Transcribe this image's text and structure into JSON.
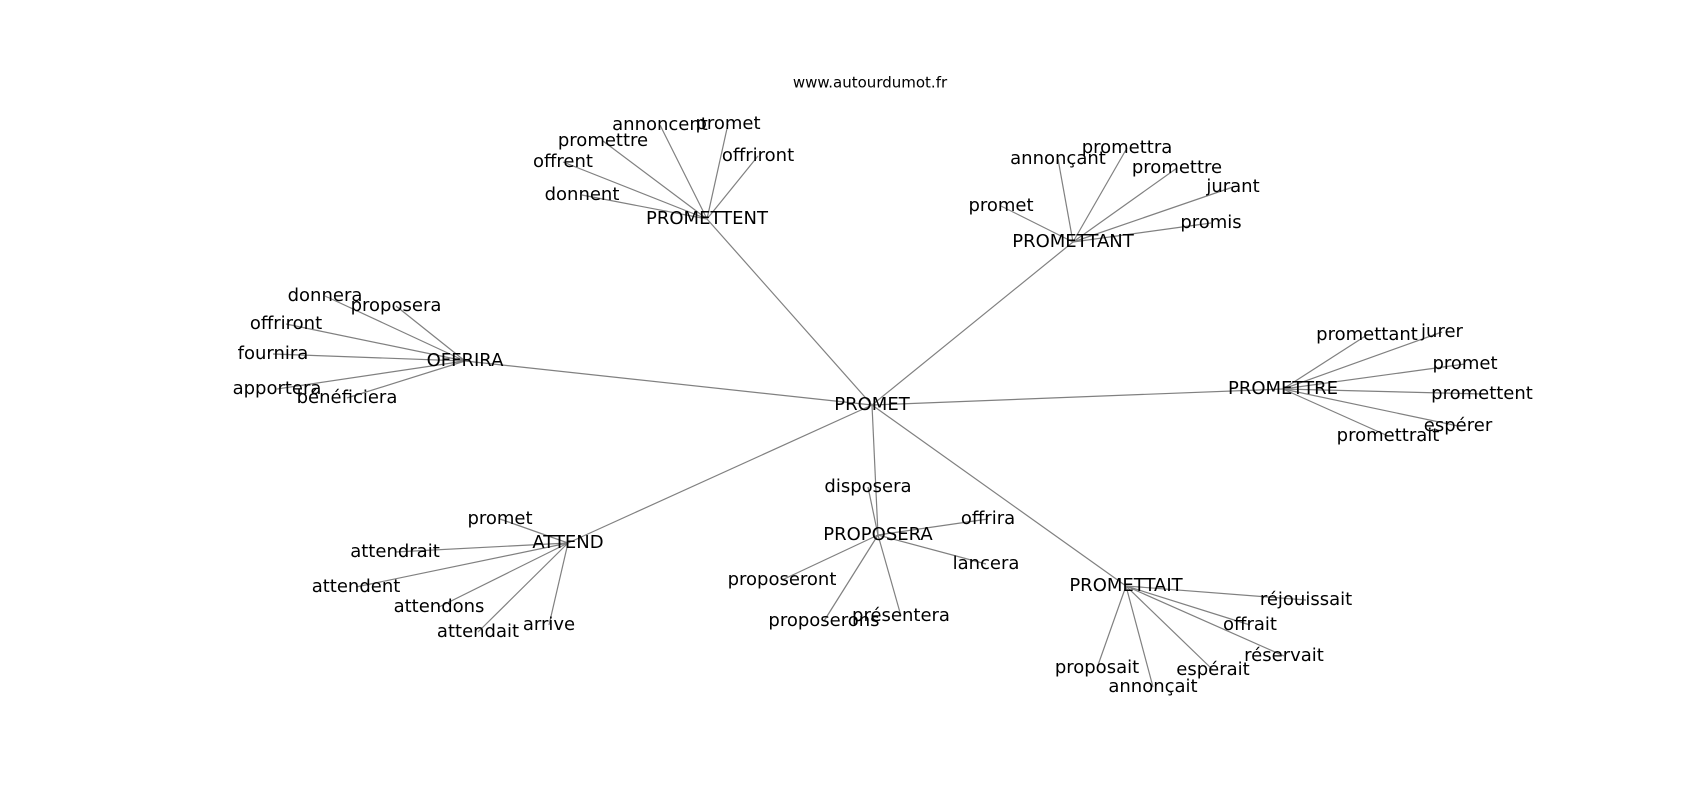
{
  "site": "www.autourdumot.fr",
  "center": "PROMET",
  "edge_color": "#808080",
  "text_color": "#000000",
  "clusters": [
    {
      "hub": "PROMETTENT",
      "leaves": [
        "annoncent",
        "promet",
        "promettre",
        "offriront",
        "offrent",
        "donnent"
      ]
    },
    {
      "hub": "PROMETTANT",
      "leaves": [
        "promettra",
        "annonçant",
        "promettre",
        "jurant",
        "promet",
        "promis"
      ]
    },
    {
      "hub": "OFFRIRA",
      "leaves": [
        "donnera",
        "proposera",
        "offriront",
        "fournira",
        "apportera",
        "bénéficiera"
      ]
    },
    {
      "hub": "PROMETTRE",
      "leaves": [
        "promettant",
        "jurer",
        "promet",
        "promettent",
        "espérer",
        "promettrait"
      ]
    },
    {
      "hub": "ATTEND",
      "leaves": [
        "promet",
        "attendrait",
        "attendent",
        "attendons",
        "attendait",
        "arrive"
      ]
    },
    {
      "hub": "PROPOSERA",
      "leaves": [
        "disposera",
        "offrira",
        "lancera",
        "proposeront",
        "proposerons",
        "présentera"
      ]
    },
    {
      "hub": "PROMETTAIT",
      "leaves": [
        "réjouissait",
        "offrait",
        "réservait",
        "proposait",
        "espérait",
        "annonçait"
      ]
    }
  ]
}
